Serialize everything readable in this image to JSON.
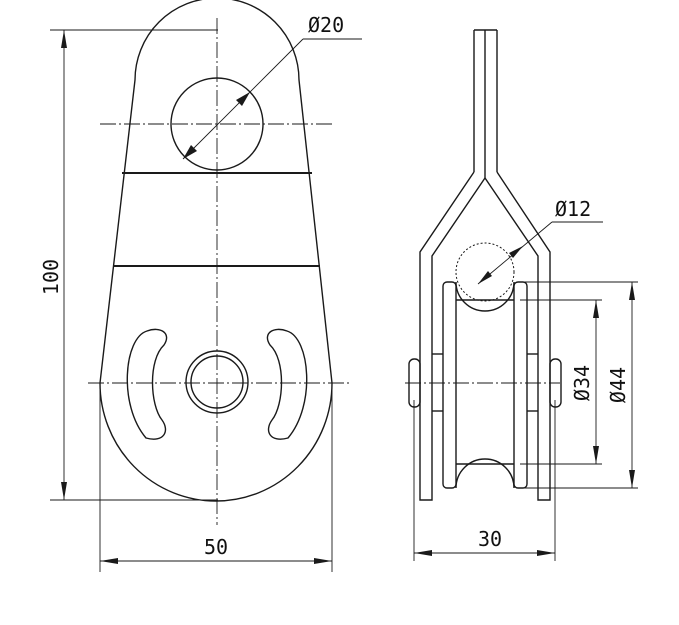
{
  "dimensions": {
    "front_height": "100",
    "front_width": "50",
    "eye_hole_diameter": "Ø20",
    "side_width": "30",
    "rope_groove_diameter": "Ø12",
    "sheave_inner_diameter": "Ø34",
    "sheave_outer_diameter": "Ø44"
  }
}
